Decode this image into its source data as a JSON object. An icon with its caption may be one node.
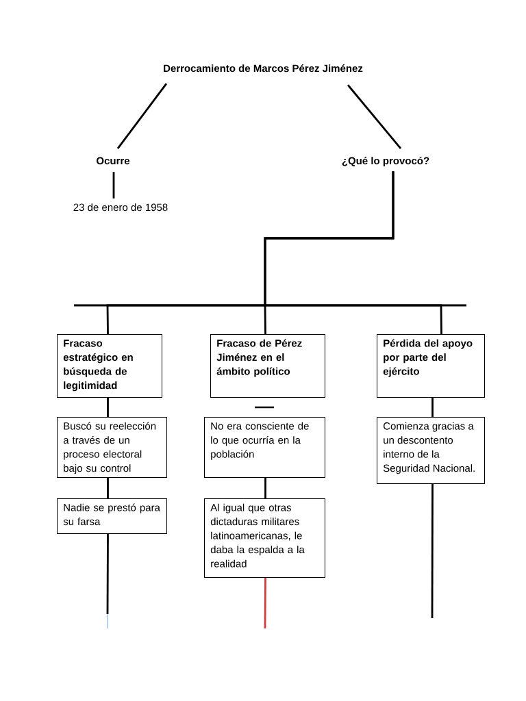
{
  "diagram": {
    "nodes": [
      {
        "text": [
          "Derrocamiento de Marcos Pérez Jiménez"
        ]
      },
      {
        "text": [
          "Ocurre"
        ]
      },
      {
        "text": [
          "¿Qué lo provocó?"
        ]
      },
      {
        "text": [
          "23 de enero de 1958"
        ]
      },
      {
        "text": [
          "Fracaso estratégico en búsqueda de legitimidad"
        ]
      },
      {
        "text": [
          "Fracaso de Pérez Jiménez en el ámbito político"
        ]
      },
      {
        "text": [
          "Pérdida del apoyo por parte del ejército"
        ]
      },
      {
        "text": [
          "Buscó su reelección a través de un proceso electoral bajo su control"
        ]
      },
      {
        "text": [
          "No era consciente de lo que ocurría en la población"
        ]
      },
      {
        "text": [
          "Comienza gracias a un descontento interno de la Seguridad Nacional."
        ]
      },
      {
        "text": [
          "Nadie se prestó para su farsa"
        ]
      },
      {
        "text": [
          "Al igual que otras dictaduras militares latinoamericanas, le daba la espalda a la realidad"
        ]
      }
    ],
    "edges": [
      {
        "from": 0,
        "to": 1,
        "arrow": "none"
      },
      {
        "from": 0,
        "to": 2,
        "arrow": "none"
      },
      {
        "from": 1,
        "to": 3,
        "arrow": "none"
      },
      {
        "from": 2,
        "to": 4,
        "arrow": "none"
      },
      {
        "from": 2,
        "to": 5,
        "arrow": "none"
      },
      {
        "from": 2,
        "to": 6,
        "arrow": "none"
      },
      {
        "from": 4,
        "to": 7,
        "arrow": "none"
      },
      {
        "from": 6,
        "to": 9,
        "arrow": "none"
      },
      {
        "from": 7,
        "to": 10,
        "arrow": "none"
      },
      {
        "from": 8,
        "to": 11,
        "arrow": "none"
      },
      {
        "from": 10,
        "to": null,
        "arrow": "none"
      },
      {
        "from": 11,
        "to": null,
        "arrow": "none",
        "color": "#c94040"
      },
      {
        "from": 9,
        "to": null,
        "arrow": "none"
      }
    ]
  }
}
